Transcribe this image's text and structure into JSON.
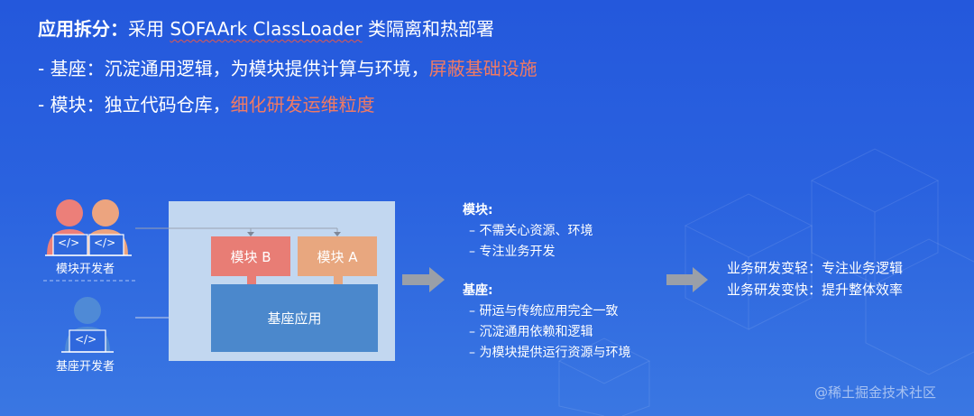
{
  "headline": {
    "line1_bold": "应用拆分：",
    "line1_pre": "采用 ",
    "line1_underlined": "SOFAArk ClassLoader",
    "line1_post": " 类隔离和热部署",
    "line2_normal": "- 基座：沉淀通用逻辑，为模块提供计算与环境，",
    "line2_red": "屏蔽基础设施",
    "line3_normal": "- 模块：独立代码仓库，",
    "line3_red": "细化研发运维粒度"
  },
  "diagram": {
    "module_developers_label": "模块开发者",
    "base_developers_label": "基座开发者",
    "code_icon_text": "</>",
    "module_b_label": "模块 B",
    "module_a_label": "模块 A",
    "base_app_label": "基座应用"
  },
  "middle": {
    "module_heading": "模块:",
    "module_items": [
      "– 不需关心资源、环境",
      "– 专注业务开发"
    ],
    "base_heading": "基座:",
    "base_items": [
      "– 研运与传统应用完全一致",
      "– 沉淀通用依赖和逻辑",
      "– 为模块提供运行资源与环境"
    ]
  },
  "right": {
    "line1": "业务研发变轻：专注业务逻辑",
    "line2": "业务研发变快：提升整体效率"
  },
  "watermark": "@稀土掘金技术社区",
  "colors": {
    "background": "#2a62df",
    "highlight_red": "#f07a64",
    "module_b": "#e87d75",
    "module_a": "#e8a77f",
    "base_app": "#4b88cc",
    "canvas": "#c2d7f0",
    "module_dev_person_1": "#ec7f79",
    "module_dev_person_2": "#eca47f",
    "base_dev_person": "#4f8ad6",
    "arrow": "#9a9fa8"
  }
}
